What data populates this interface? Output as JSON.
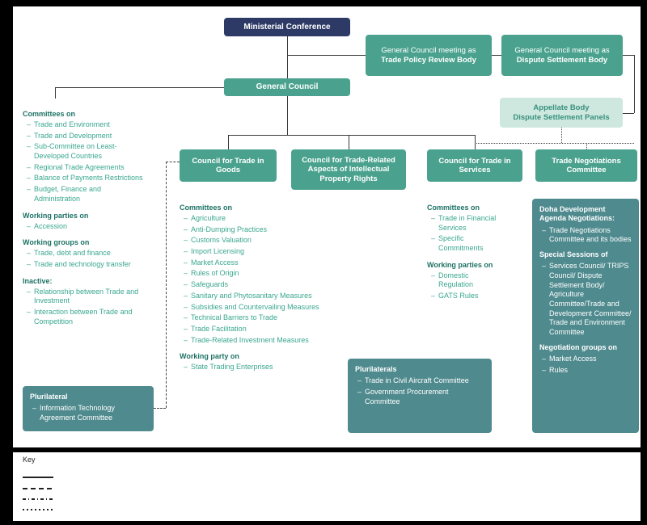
{
  "colors": {
    "navy": "#2d3a66",
    "teal": "#4aa28e",
    "light_teal_bg": "#cfe8df",
    "slate_teal": "#4f8a8e",
    "list_header_text": "#1d7265",
    "list_item_text": "#3aa78f"
  },
  "nodes": {
    "ministerial_conference": "Ministerial Conference",
    "general_council": "General Council",
    "tprb_prefix": "General Council meeting as",
    "tprb_name": "Trade Policy Review Body",
    "dsb_prefix": "General Council meeting as",
    "dsb_name": "Dispute Settlement Body",
    "appellate_line1": "Appellate Body",
    "appellate_line2": "Dispute Settlement Panels",
    "council_goods": "Council for Trade in Goods",
    "council_trips": "Council for Trade-Related Aspects of Intellectual Property Rights",
    "council_services": "Council for Trade in Services",
    "tnc": "Trade Negotiations Committee"
  },
  "left_panel": {
    "sections": [
      {
        "header": "Committees on",
        "items": [
          "Trade and Environment",
          "Trade and Development",
          "Sub-Committee on Least-Developed Countries",
          "Regional Trade Agreements",
          "Balance of Payments Restrictions",
          "Budget, Finance and Administration"
        ]
      },
      {
        "header": "Working parties on",
        "items": [
          "Accession"
        ]
      },
      {
        "header": "Working groups on",
        "items": [
          "Trade, debt and finance",
          "Trade and technology transfer"
        ]
      },
      {
        "header": "Inactive:",
        "items": [
          "Relationship between Trade and Investment",
          "Interaction between Trade and Competition"
        ]
      }
    ]
  },
  "goods_panel": {
    "sections": [
      {
        "header": "Committees on",
        "items": [
          "Agriculture",
          "Anti-Dumping Practices",
          "Customs Valuation",
          "Import Licensing",
          "Market Access",
          "Rules of Origin",
          "Safeguards",
          "Sanitary and Phytosanitary Measures",
          "Subsidies and Countervailing Measures",
          "Technical Barriers to Trade",
          "Trade Facilitation",
          "Trade-Related Investment Measures"
        ]
      },
      {
        "header": "Working party on",
        "items": [
          "State Trading Enterprises"
        ]
      }
    ]
  },
  "services_panel": {
    "sections": [
      {
        "header": "Committees on",
        "items": [
          "Trade in Financial Services",
          "Specific Commitments"
        ]
      },
      {
        "header": "Working parties on",
        "items": [
          "Domestic Regulation",
          "GATS Rules"
        ]
      }
    ]
  },
  "plurilateral_left": {
    "header": "Plurilateral",
    "items": [
      "Information Technology Agreement Committee"
    ]
  },
  "plurilaterals_mid": {
    "header": "Plurilaterals",
    "items": [
      "Trade in Civil Aircraft Committee",
      "Government Procurement Committee"
    ]
  },
  "doha_panel": {
    "sections": [
      {
        "header": "Doha Development Agenda Negotiations:",
        "items": [
          "Trade Negotiations Committee and its bodies"
        ]
      },
      {
        "header": "Special Sessions of",
        "items": [
          "Services Council/ TRIPS Council/ Dispute Settlement Body/ Agriculture Committee/Trade and Development Committee/ Trade and Environment Committee"
        ]
      },
      {
        "header": "Negotiation groups on",
        "items": [
          "Market Access",
          "Rules"
        ]
      }
    ]
  },
  "key": {
    "title": "Key"
  }
}
